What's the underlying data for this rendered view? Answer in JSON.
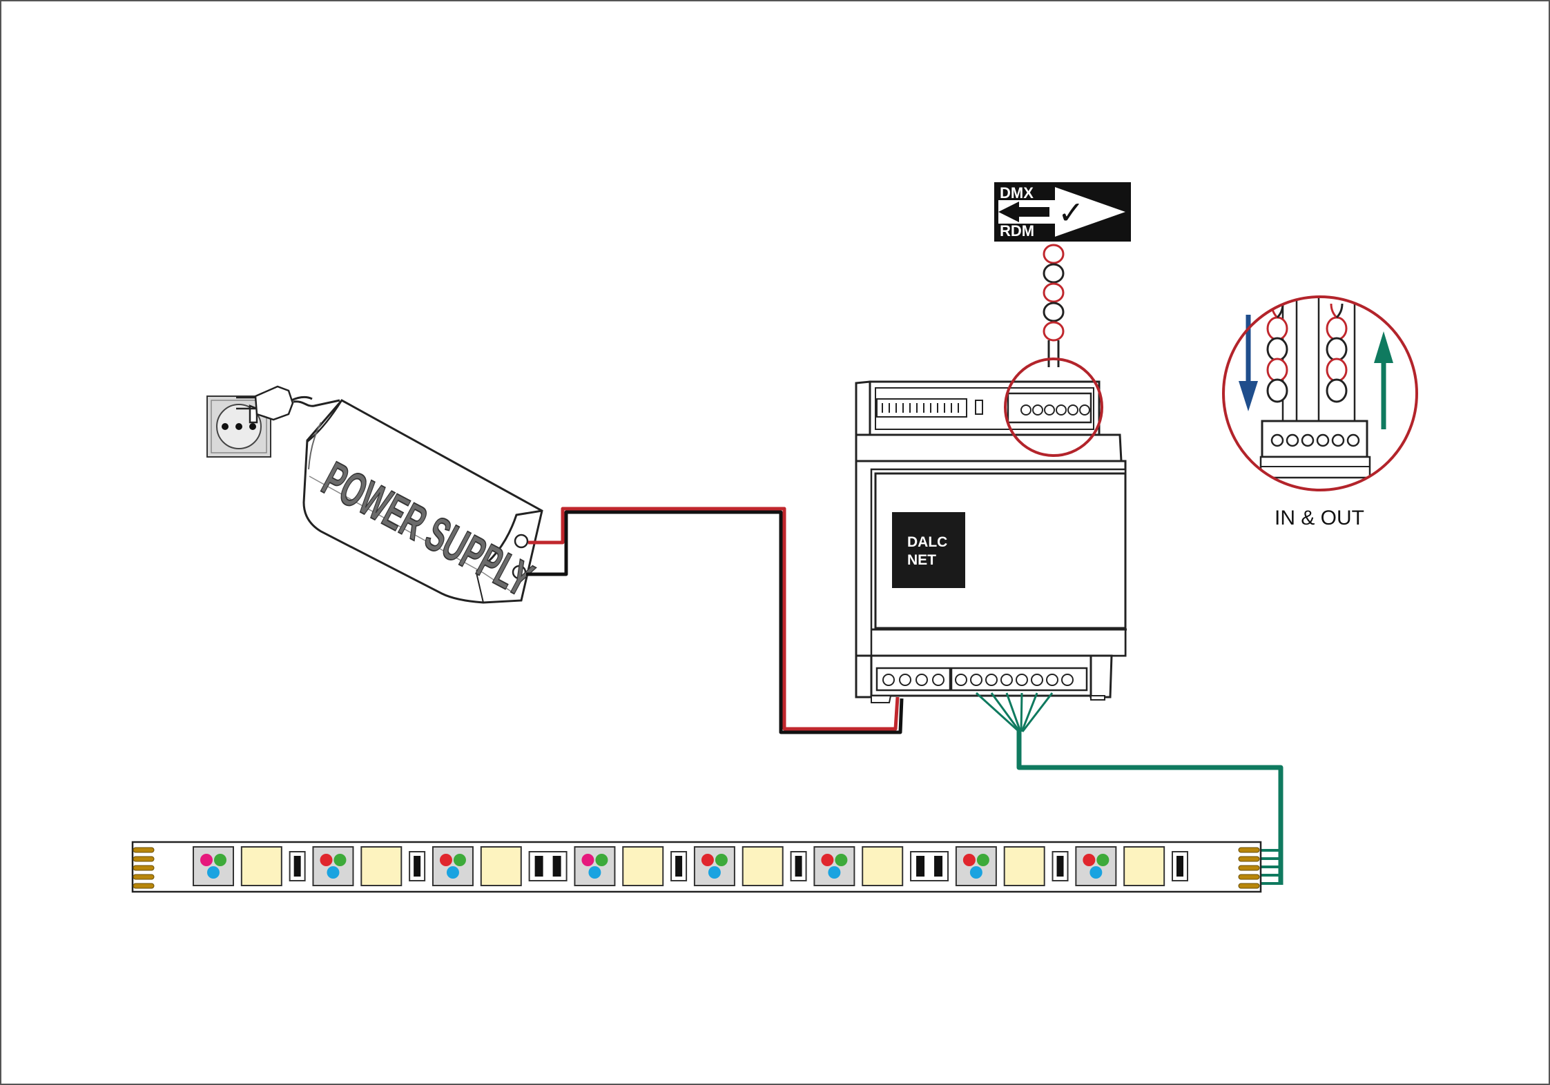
{
  "power_supply": {
    "label": "POWER SUPPLY"
  },
  "controller": {
    "logo_line1": "DALC",
    "logo_line2": "NET"
  },
  "dmx_badge": {
    "line1": "DMX",
    "line2": "RDM",
    "check": "✓"
  },
  "detail": {
    "caption": "IN & OUT"
  },
  "colors": {
    "positive_wire": "#c0272d",
    "negative_wire": "#111111",
    "output_wire": "#0f7a5f",
    "in_arrow": "#1f4e8c",
    "out_arrow": "#0f7a5f",
    "highlight_circle": "#b3242b",
    "led_white": "#fdf3bf",
    "led_red": "#e0262d",
    "led_green": "#3daa3a",
    "led_blue": "#1aa3e0",
    "led_magenta": "#e6197d"
  },
  "strip": {
    "pattern": [
      "rgb-m",
      "white",
      "rect1",
      "rgb-r",
      "white",
      "rect1",
      "rgb-r",
      "white",
      "rect2",
      "rgb-m",
      "white",
      "rect1",
      "rgb-r",
      "white",
      "rect1",
      "rgb-r",
      "white",
      "rect2",
      "rgb-r",
      "white",
      "rect1",
      "rgb-r",
      "white",
      "rect1"
    ]
  }
}
